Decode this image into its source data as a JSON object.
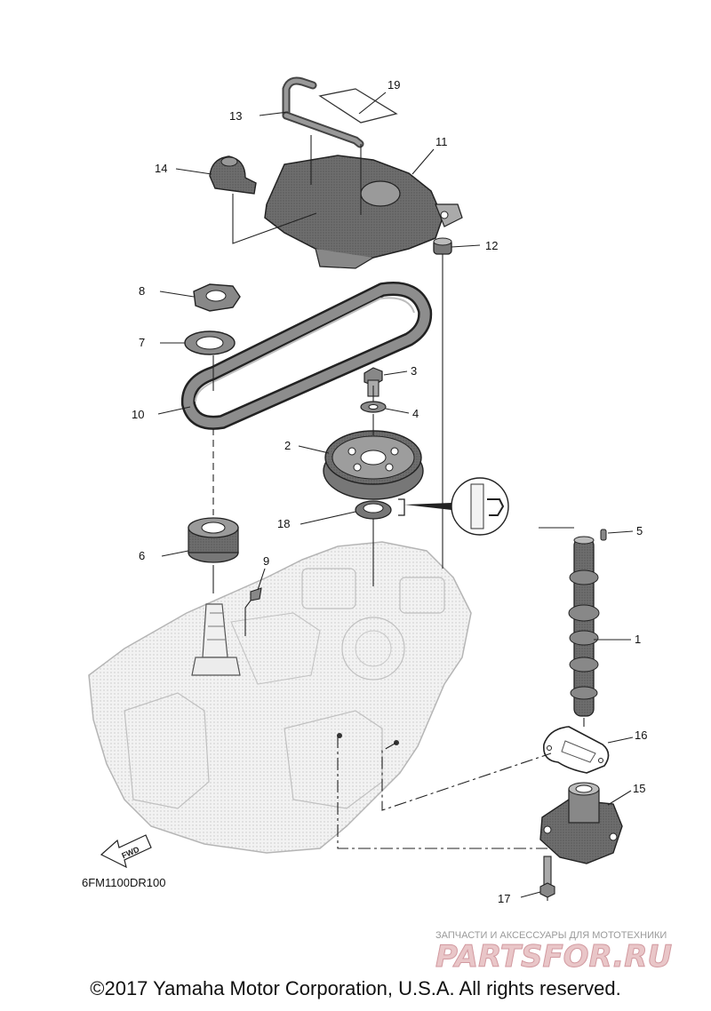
{
  "diagram_code": "6FM1100DR100",
  "fwd_label": "FWD",
  "copyright": "©2017 Yamaha Motor Corporation, U.S.A. All rights reserved.",
  "watermark": {
    "caption": "ЗАПЧАСТИ И АКСЕССУАРЫ ДЛЯ МОТОТЕХНИКИ",
    "brand": "PARTSFOR.RU"
  },
  "callouts": {
    "n1": "1",
    "n2": "2",
    "n3": "3",
    "n4": "4",
    "n5": "5",
    "n6": "6",
    "n7": "7",
    "n8": "8",
    "n9": "9",
    "n10": "10",
    "n11": "11",
    "n12": "12",
    "n13": "13",
    "n14": "14",
    "n15": "15",
    "n16": "16",
    "n17": "17",
    "n18": "18",
    "n19": "19"
  },
  "colors": {
    "line": "#222222",
    "part_dark": "#666666",
    "part_light": "#e6e6e6",
    "watermark": "#d29aa0"
  }
}
